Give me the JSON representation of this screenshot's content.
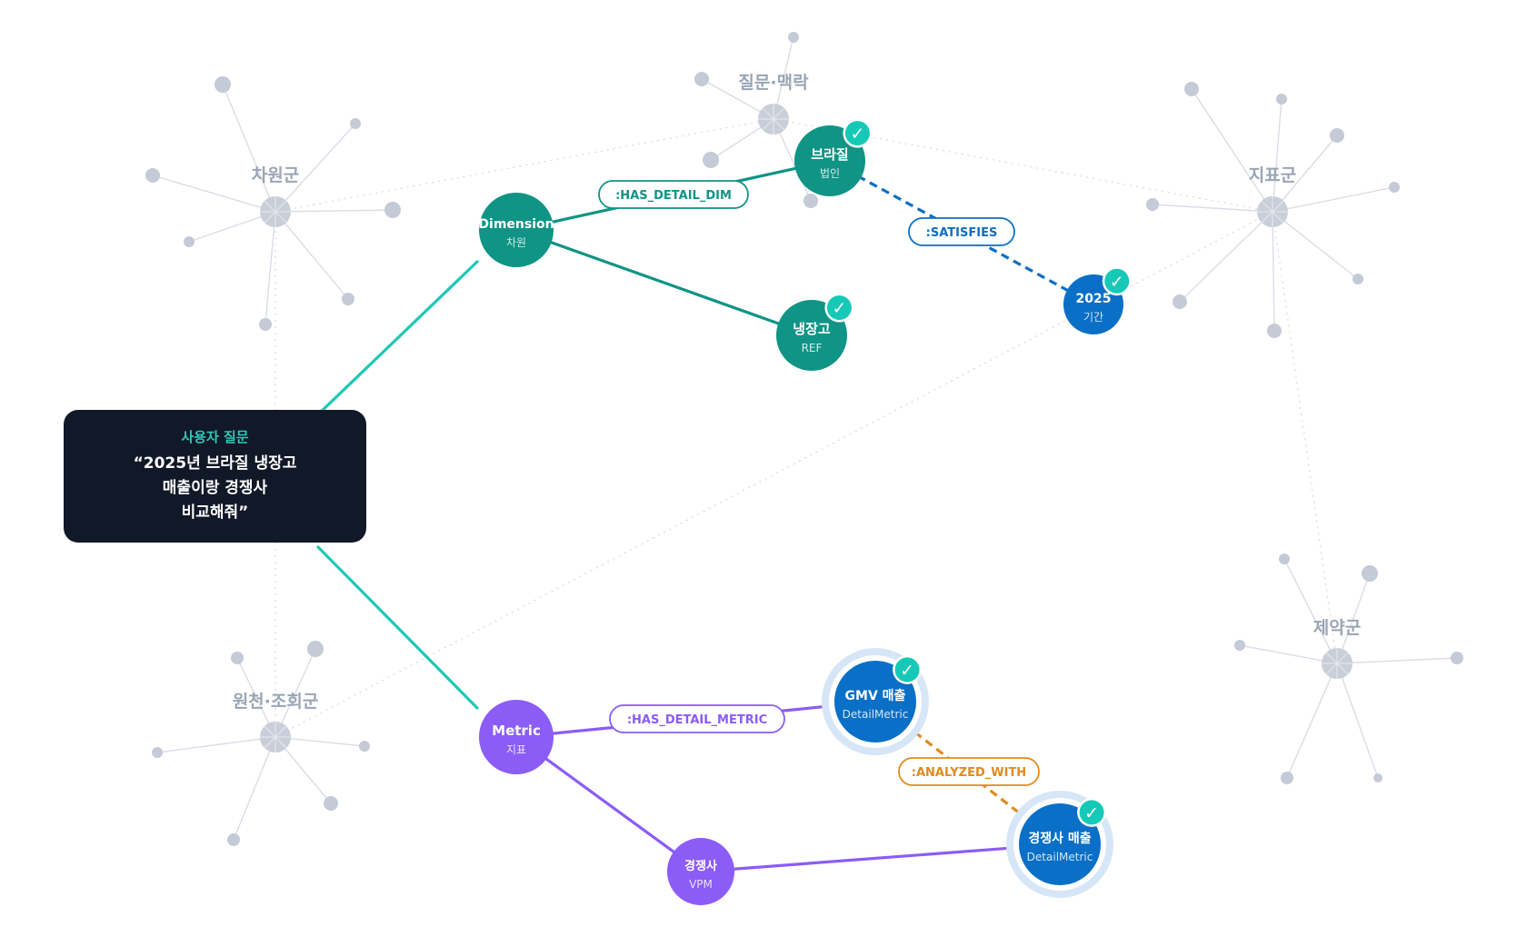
{
  "colors": {
    "teal_node": "#0f9485",
    "teal_link": "#1ec8b5",
    "blue_node": "#0a6fc6",
    "purple_node": "#8b5cf6",
    "orange_link": "#e08a1e",
    "check_badge": "#16c9b7",
    "cluster_gray": "#c4cad6",
    "dark_box": "#111828"
  },
  "question": {
    "caption": "사용자 질문",
    "lines": [
      "“2025년 브라질 냉장고",
      "매출이랑 경쟁사",
      "비교해줘”"
    ]
  },
  "clusters": [
    {
      "id": "dim",
      "label": "차원군"
    },
    {
      "id": "ctx",
      "label": "질문·맥락"
    },
    {
      "id": "met",
      "label": "지표군"
    },
    {
      "id": "pharma",
      "label": "제약군"
    },
    {
      "id": "src",
      "label": "원천·조회군"
    }
  ],
  "nodes": [
    {
      "id": "dimension",
      "title": "Dimension",
      "subtitle": "차원",
      "color": "#0f9485",
      "check": false
    },
    {
      "id": "brazil",
      "title": "브라질",
      "subtitle": "법인",
      "color": "#0f9485",
      "check": true
    },
    {
      "id": "fridge",
      "title": "냉장고",
      "subtitle": "REF",
      "color": "#0f9485",
      "check": true
    },
    {
      "id": "y2025",
      "title": "2025",
      "subtitle": "기간",
      "color": "#0a6fc6",
      "check": true
    },
    {
      "id": "metric",
      "title": "Metric",
      "subtitle": "지표",
      "color": "#8b5cf6",
      "check": false
    },
    {
      "id": "gmv",
      "title": "GMV 매출",
      "subtitle": "DetailMetric",
      "color": "#0a6fc6",
      "check": true,
      "halo": true
    },
    {
      "id": "comp_rev",
      "title": "경쟁사 매출",
      "subtitle": "DetailMetric",
      "color": "#0a6fc6",
      "check": true,
      "halo": true
    },
    {
      "id": "comp",
      "title": "경쟁사",
      "subtitle": "VPM",
      "color": "#8b5cf6",
      "check": false
    }
  ],
  "edges": [
    {
      "id": "q-dimension",
      "from": "question",
      "to": "dimension",
      "color": "#1ec8b5",
      "dashed": false
    },
    {
      "id": "q-metric",
      "from": "question",
      "to": "metric",
      "color": "#1ec8b5",
      "dashed": false
    },
    {
      "id": "dim-brazil",
      "from": "dimension",
      "to": "brazil",
      "color": "#0f9485",
      "dashed": false,
      "label": ":HAS_DETAIL_DIM"
    },
    {
      "id": "dim-fridge",
      "from": "dimension",
      "to": "fridge",
      "color": "#0f9485",
      "dashed": false
    },
    {
      "id": "brazil-2025",
      "from": "brazil",
      "to": "y2025",
      "color": "#0a6fc6",
      "dashed": true,
      "label": ":SATISFIES"
    },
    {
      "id": "metric-gmv",
      "from": "metric",
      "to": "gmv",
      "color": "#8b5cf6",
      "dashed": false,
      "label": ":HAS_DETAIL_METRIC"
    },
    {
      "id": "metric-comp",
      "from": "metric",
      "to": "comp",
      "color": "#8b5cf6",
      "dashed": false
    },
    {
      "id": "comp-comprev",
      "from": "comp",
      "to": "comp_rev",
      "color": "#8b5cf6",
      "dashed": false
    },
    {
      "id": "gmv-comprev",
      "from": "gmv",
      "to": "comp_rev",
      "color": "#e08a1e",
      "dashed": true,
      "label": ":ANALYZED_WITH"
    }
  ]
}
